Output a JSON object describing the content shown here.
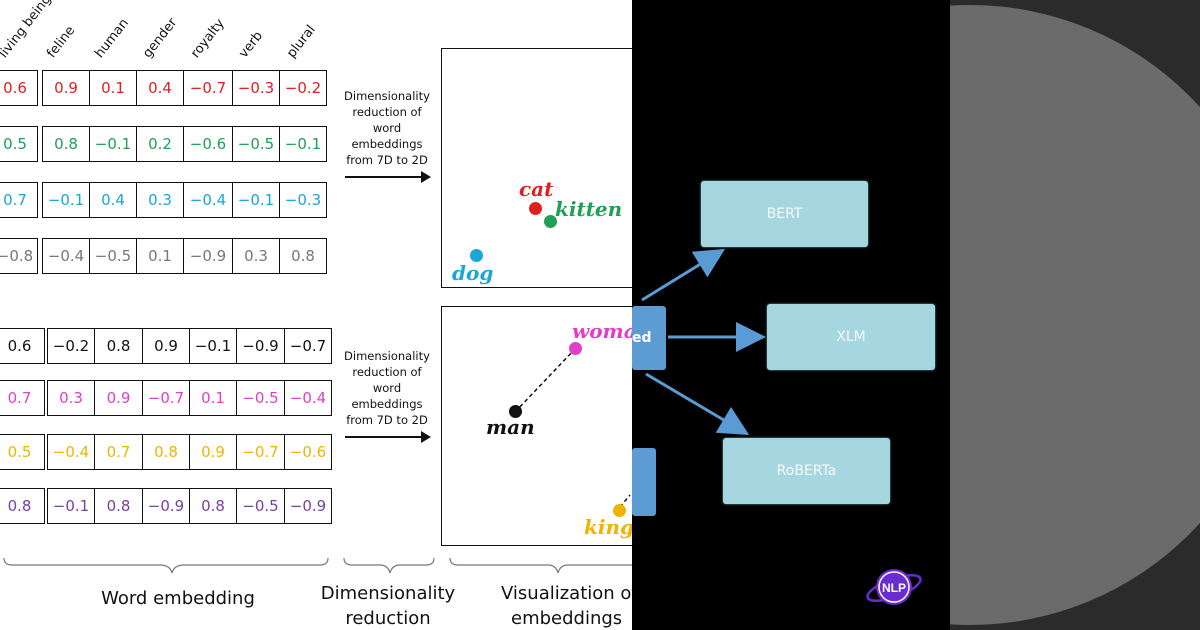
{
  "columns": [
    "living being",
    "feline",
    "human",
    "gender",
    "royalty",
    "verb",
    "plural"
  ],
  "top_rows": [
    {
      "color": "#e02020",
      "values": [
        "0.6",
        "0.9",
        "0.1",
        "0.4",
        "−0.7",
        "−0.3",
        "−0.2"
      ]
    },
    {
      "color": "#1fa055",
      "values": [
        "0.5",
        "0.8",
        "−0.1",
        "0.2",
        "−0.6",
        "−0.5",
        "−0.1"
      ]
    },
    {
      "color": "#1aa6d8",
      "values": [
        "0.7",
        "−0.1",
        "0.4",
        "0.3",
        "−0.4",
        "−0.1",
        "−0.3"
      ]
    },
    {
      "color": "#777777",
      "values": [
        "−0.8",
        "−0.4",
        "−0.5",
        "0.1",
        "−0.9",
        "0.3",
        "0.8"
      ]
    }
  ],
  "bottom_rows": [
    {
      "color": "#111111",
      "values": [
        "0.6",
        "−0.2",
        "0.8",
        "0.9",
        "−0.1",
        "−0.9",
        "−0.7"
      ]
    },
    {
      "color": "#e040c8",
      "values": [
        "0.7",
        "0.3",
        "0.9",
        "−0.7",
        "0.1",
        "−0.5",
        "−0.4"
      ]
    },
    {
      "color": "#f0b400",
      "values": [
        "0.5",
        "−0.4",
        "0.7",
        "0.8",
        "0.9",
        "−0.7",
        "−0.6"
      ]
    },
    {
      "color": "#7a3fa0",
      "values": [
        "0.8",
        "−0.1",
        "0.8",
        "−0.9",
        "0.8",
        "−0.5",
        "−0.9"
      ]
    }
  ],
  "reduction_label": "Dimensionality reduction of word embeddings from 7D to 2D",
  "top_plot_points": [
    {
      "word": "cat",
      "color": "#e02020"
    },
    {
      "word": "kitten",
      "color": "#1fa055"
    },
    {
      "word": "dog",
      "color": "#1aa6d8"
    }
  ],
  "bottom_plot_points": [
    {
      "word": "woma",
      "color": "#e040c8"
    },
    {
      "word": "man",
      "color": "#111111"
    },
    {
      "word": "king",
      "color": "#f0b400"
    }
  ],
  "bottom_labels": {
    "word_embedding": "Word embedding",
    "dim_reduction_line1": "Dimensionality",
    "dim_reduction_line2": "reduction",
    "visualization_line1": "Visualization of",
    "visualization_line2": "embeddings"
  },
  "models": {
    "source_partial": "ed",
    "bert": "BERT",
    "xlm": "XLM",
    "roberta": "RoBERTa"
  },
  "logo_text": "NLP",
  "colors": {
    "model_box": "#a6d7e1",
    "source_box": "#5d9cd3",
    "arrow": "#5b9bd5",
    "logo": "#6a2bd1"
  }
}
